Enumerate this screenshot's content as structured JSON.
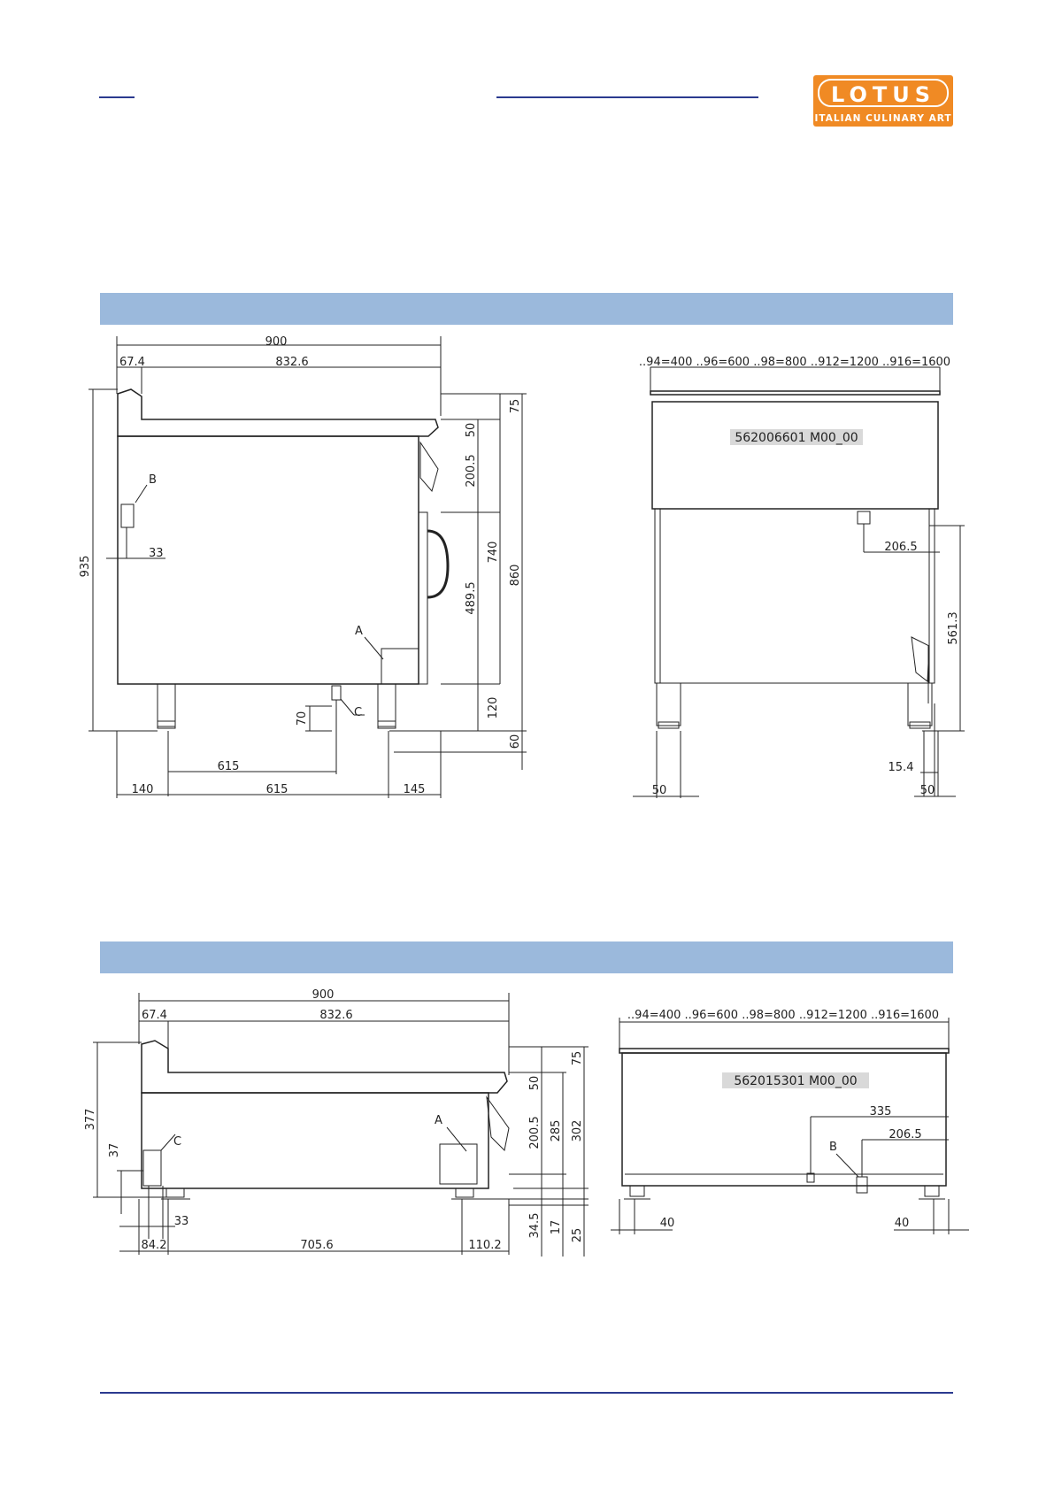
{
  "colors": {
    "link_underline": "#2b3a8f",
    "section_band": "#9bb9dc",
    "footer_line": "#2b3a8f",
    "logo_orange": "#f08a24",
    "line": "#222222",
    "code_highlight": "#d9d9d9"
  },
  "logo": {
    "brand": "LOTUS",
    "tagline": "ITALIAN CULINARY ART"
  },
  "drawing1": {
    "side": {
      "dims": [
        "900",
        "67.4",
        "832.6",
        "935",
        "33",
        "B",
        "A",
        "C",
        "70",
        "615",
        "140",
        "615",
        "145",
        "75",
        "50",
        "200.5",
        "740",
        "860",
        "489.5",
        "120",
        "60"
      ]
    },
    "front": {
      "widths": "..94=400  ..96=600  ..98=800  ..912=1200  ..916=1600",
      "code": "562006601  M00_00",
      "dims": [
        "206.5",
        "561.3",
        "15.4",
        "50",
        "50"
      ]
    }
  },
  "drawing2": {
    "side": {
      "dims": [
        "900",
        "67.4",
        "832.6",
        "377",
        "37",
        "C",
        "A",
        "33",
        "84.2",
        "705.6",
        "110.2",
        "75",
        "50",
        "200.5",
        "285",
        "302",
        "34.5",
        "17",
        "25"
      ]
    },
    "front": {
      "widths": "..94=400  ..96=600  ..98=800  ..912=1200  ..916=1600",
      "code": "562015301  M00_00",
      "dims": [
        "335",
        "206.5",
        "B",
        "40",
        "40"
      ]
    }
  }
}
